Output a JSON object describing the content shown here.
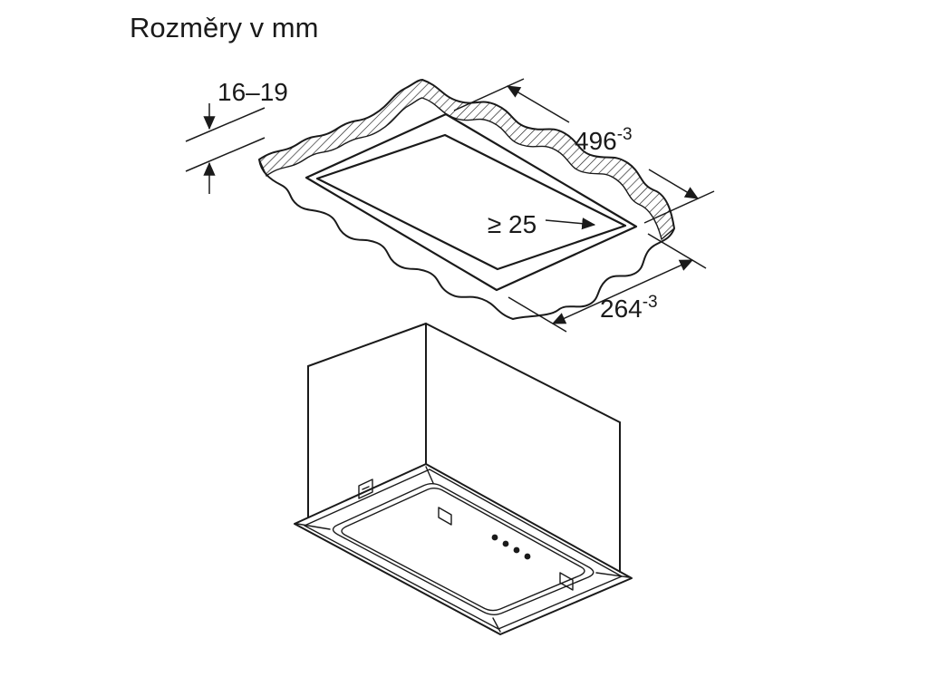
{
  "title": "Rozměry v mm",
  "dimensions": {
    "panel_thickness": "16–19",
    "cutout_width": "496",
    "cutout_width_tolerance": "-3",
    "min_clearance": "≥ 25",
    "cutout_depth": "264",
    "cutout_depth_tolerance": "-3"
  },
  "colors": {
    "line": "#1a1a1a",
    "background": "#ffffff"
  }
}
